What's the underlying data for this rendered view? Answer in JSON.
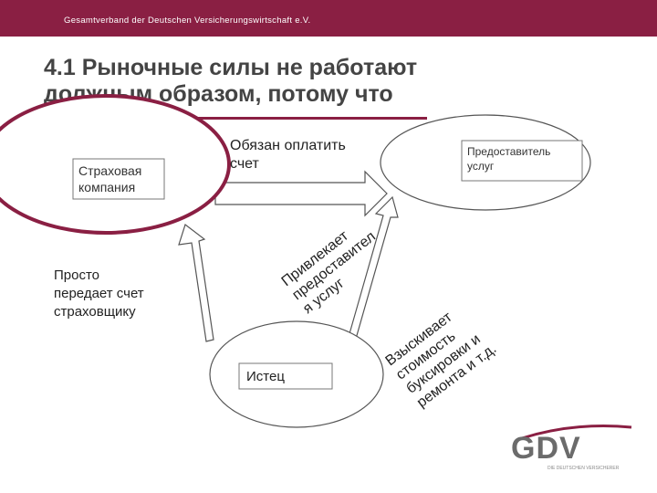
{
  "header": {
    "organization": "Gesamtverband der Deutschen Versicherungswirtschaft e.V."
  },
  "title": {
    "line1": "4.1 Рыночные силы не работают",
    "line2": "должным образом, потому что"
  },
  "nodes": {
    "insurer": {
      "line1": "Страховая",
      "line2": "компания"
    },
    "provider": {
      "line1": "Предоставитель",
      "line2": "услуг"
    },
    "claimant": {
      "label": "Истец"
    }
  },
  "edges": {
    "pay_bill": {
      "line1": "Обязан оплатить",
      "line2": "счет"
    },
    "passes_bill": {
      "line1": "Просто",
      "line2": "передает счет",
      "line3": "страховщику"
    },
    "attracts": {
      "line1": "Привлекает",
      "line2": "предоставител",
      "line3": "я услуг"
    },
    "collects": {
      "line1": "Взыскивает",
      "line2": "стоимость",
      "line3": "буксировки и",
      "line4": "ремонта и т.д."
    }
  },
  "logo": {
    "text": "GDV",
    "subtitle": "DIE DEUTSCHEN VERSICHERER"
  },
  "colors": {
    "brand": "#8a1f43",
    "node_fill": "#ffffff",
    "stroke": "#555555"
  }
}
